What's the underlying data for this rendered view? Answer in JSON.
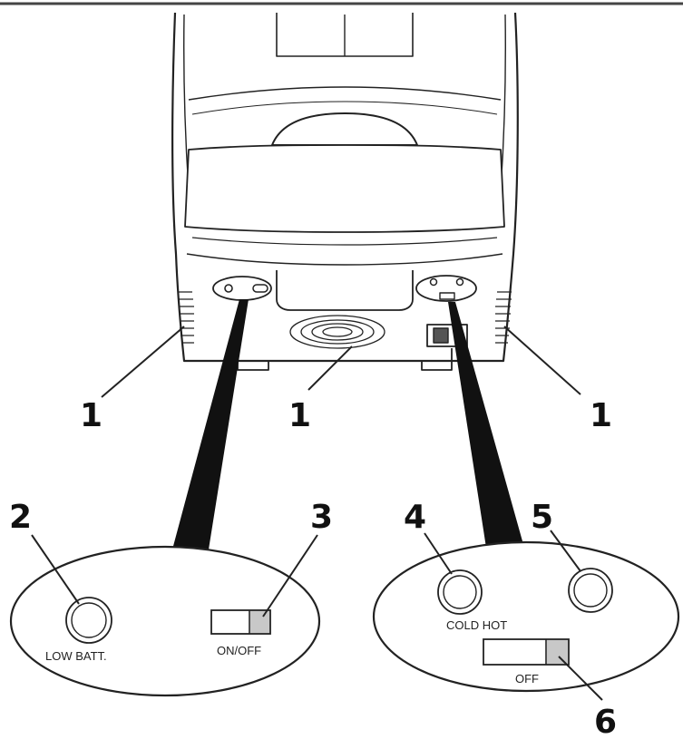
{
  "callouts": {
    "vent_left": "1",
    "vent_center": "1",
    "vent_right": "1",
    "low_batt_indicator": "2",
    "power_switch": "3",
    "cold_indicator": "4",
    "hot_indicator": "5",
    "mode_switch": "6"
  },
  "labels": {
    "low_batt": "LOW BATT.",
    "on_off": "ON/OFF",
    "cold_hot": "COLD HOT",
    "off": "OFF"
  },
  "colors": {
    "line": "#222222",
    "fill": "#ffffff",
    "switch_knob": "#c8c8c8"
  }
}
